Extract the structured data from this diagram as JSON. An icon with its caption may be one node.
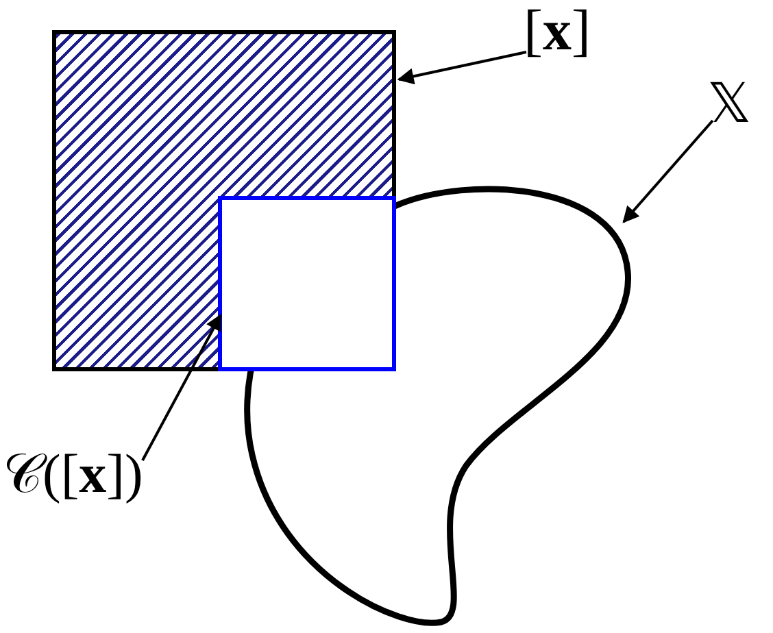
{
  "diagram": {
    "nodes": [
      {
        "text": [
          "[**x**]"
        ]
      },
      {
        "text": [
          "𝕏"
        ]
      },
      {
        "text": [
          "𝒞([**x**])"
        ]
      },
      {
        "text": [],
        "shape": "box"
      },
      {
        "text": [],
        "shape": "blob"
      },
      {
        "text": [],
        "shape": "box",
        "in": 3
      }
    ],
    "edges": [
      {
        "from": 0,
        "to": 3,
        "arrow": "to"
      },
      {
        "from": 1,
        "to": 4,
        "arrow": "to"
      },
      {
        "from": 2,
        "to": 5,
        "arrow": "to"
      }
    ]
  }
}
